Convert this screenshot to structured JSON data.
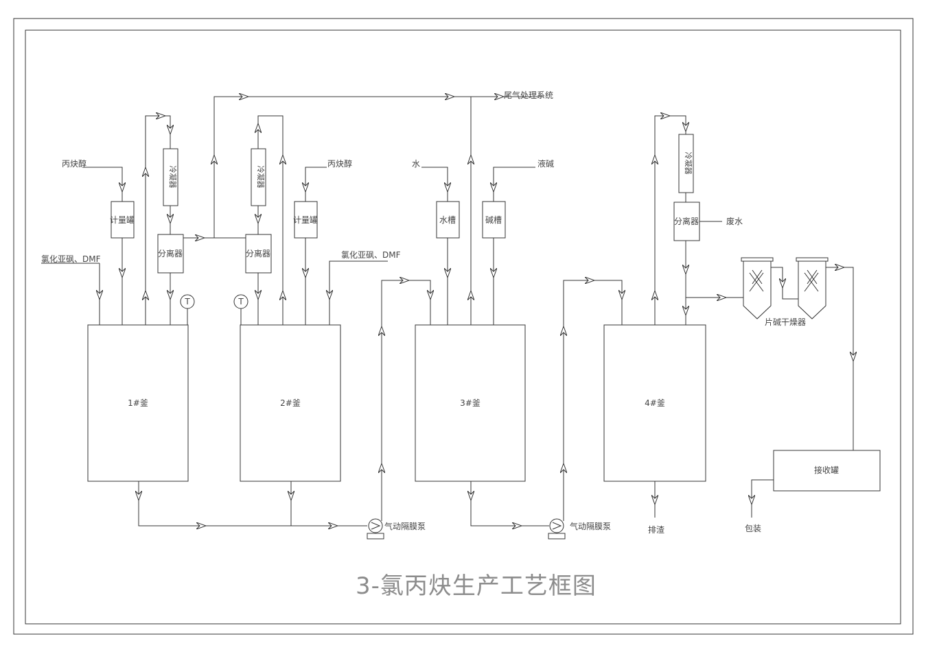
{
  "title": "3-氯丙炔生产工艺框图",
  "reactors": {
    "r1": "1#釜",
    "r2": "2#釜",
    "r3": "3#釜",
    "r4": "4#釜"
  },
  "vessels": {
    "meter_tank_1": "计量罐",
    "meter_tank_2": "计量罐",
    "separator_1": "分离器",
    "separator_2": "分离器",
    "separator_3": "分离器",
    "condenser_1": "冷凝器",
    "condenser_2": "冷凝器",
    "condenser_3": "冷凝器",
    "water_tank": "水槽",
    "alkali_tank": "碱槽",
    "receiver_tank": "接收罐"
  },
  "streams": {
    "propargyl_alcohol_1": "丙炔醇",
    "propargyl_alcohol_2": "丙炔醇",
    "thionyl_dmf_1": "氯化亚砜、DMF",
    "thionyl_dmf_2": "氯化亚砜、DMF",
    "tail_gas": "尾气处理系统",
    "water": "水",
    "liquid_alkali": "液碱",
    "waste_water": "废水",
    "slag": "排渣",
    "packaging": "包装"
  },
  "equipment": {
    "pump_1": "气动隔膜泵",
    "pump_2": "气动隔膜泵",
    "dryer": "片碱干燥器",
    "thermo_1": "T",
    "thermo_2": "T"
  }
}
